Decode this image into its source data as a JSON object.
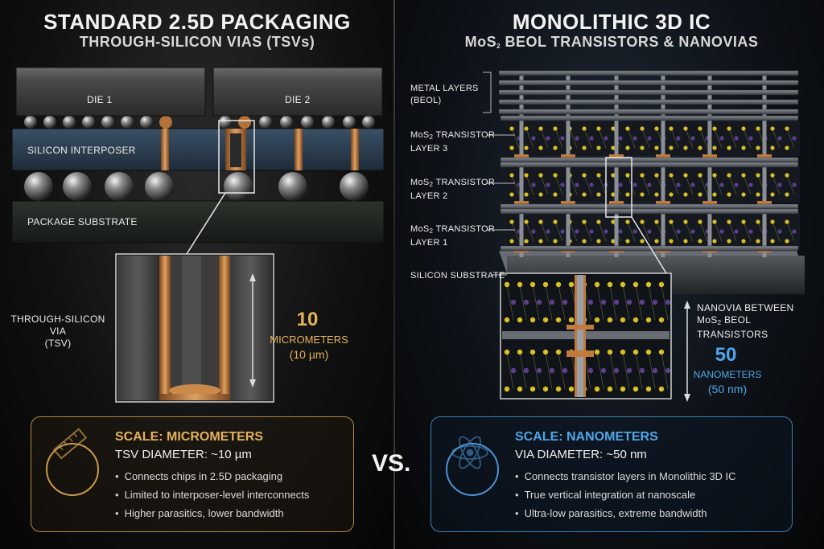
{
  "left": {
    "title": "STANDARD 2.5D PACKAGING",
    "subtitle": "THROUGH-SILICON VIAS (TSVs)",
    "labels": {
      "die1": "DIE 1",
      "die2": "DIE 2",
      "interposer": "SILICON INTERPOSER",
      "substrate": "PACKAGE SUBSTRATE",
      "tsv_line1": "THROUGH-SILICON VIA",
      "tsv_line2": "(TSV)"
    },
    "scale": {
      "number": "10",
      "unit": "MICROMETERS",
      "abbrev": "(10 µm)"
    },
    "card": {
      "heading": "SCALE: MICROMETERS",
      "subheading": "TSV DIAMETER: ~10 µm",
      "bullets": [
        "Connects chips in 2.5D packaging",
        "Limited to interposer-level interconnects",
        "Higher parasitics, lower bandwidth"
      ],
      "icon": "ruler-icon"
    }
  },
  "right": {
    "title": "MONOLITHIC 3D IC",
    "subtitle_pre": "MoS",
    "subtitle_sub": "2",
    "subtitle_post": " BEOL TRANSISTORS & NANOVIAS",
    "labels": {
      "metal_line1": "METAL LAYERS",
      "metal_line2": "(BEOL)",
      "layer3_pre": "MoS",
      "layer3_sub": "2",
      "layer3_post": " TRANSISTOR",
      "layer3_line2": "LAYER 3",
      "layer2_pre": "MoS",
      "layer2_sub": "2",
      "layer2_post": " TRANSISTOR",
      "layer2_line2": "LAYER 2",
      "layer1_pre": "MoS",
      "layer1_sub": "2",
      "layer1_post": " TRANSISTOR",
      "layer1_line2": "LAYER 1",
      "substrate": "SILICON SUBSTRATE",
      "nanovia_line1": "NANOVIA BETWEEN",
      "nanovia_line2_pre": "MoS",
      "nanovia_line2_sub": "2",
      "nanovia_line2_post": " BEOL TRANSISTORS"
    },
    "scale": {
      "number": "50",
      "unit": "NANOMETERS",
      "abbrev": "(50 nm)"
    },
    "card": {
      "heading": "SCALE: NANOMETERS",
      "subheading": "VIA DIAMETER: ~50 nm",
      "bullets": [
        "Connects transistor layers in Monolithic 3D IC",
        "True vertical integration at nanoscale",
        "Ultra-low parasitics, extreme bandwidth"
      ],
      "icon": "atom-icon"
    }
  },
  "vs": "VS.",
  "colors": {
    "copper": "#c07a3c",
    "gold": "#e4b35a",
    "blue": "#4fa6e8",
    "mos2_yellow": "#d8c026",
    "mos2_purple": "#5b3f8f"
  }
}
